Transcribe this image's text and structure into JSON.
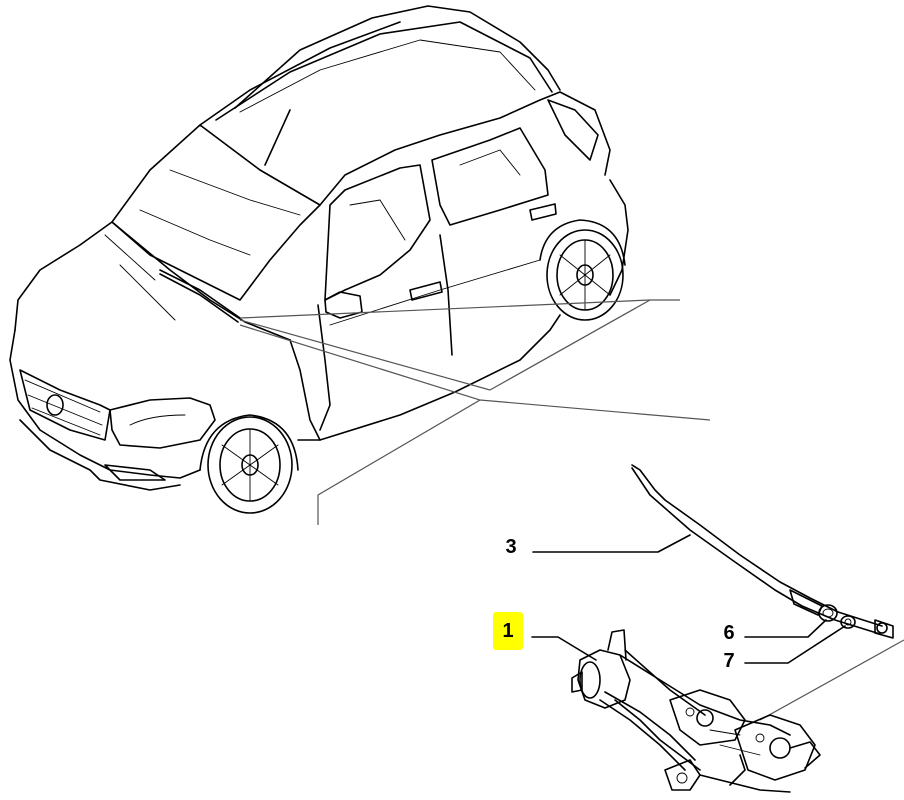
{
  "callouts": {
    "c1": "1",
    "c3": "3",
    "c6": "6",
    "c7": "7"
  },
  "colors": {
    "highlight": "#ffff00",
    "line": "#000000",
    "guide": "#555555"
  }
}
